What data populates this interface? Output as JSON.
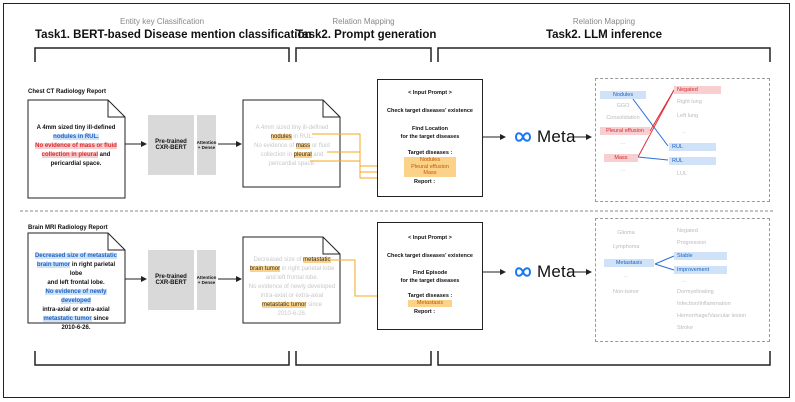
{
  "header": {
    "col1_small": "Entity key Classification",
    "col1_big": "Task1. BERT-based Disease mention classification",
    "col2_small": "Relation Mapping",
    "col2_big": "Task2. Prompt generation",
    "col3_small": "Relation Mapping",
    "col3_big": "Task2. LLM inference"
  },
  "ct": {
    "report_title": "Chest CT Radiology Report",
    "doc_line1": "A 4mm sized tiny ill-defined",
    "doc_hl1": "nodules in RUL.",
    "doc_hl2a": "No evidence of mass or fluid",
    "doc_hl2b": "collection in pleural",
    "doc_tail1": "and",
    "doc_tail2": "pericardial space.",
    "model_label": "Pre-trained CXR-BERT",
    "attn_label": "Attention + Dense",
    "faded_line1": "A 4mm sized tiny ill-defined",
    "faded_hl1": "nodules",
    "faded_line2_tail": "in RUL.",
    "faded_line3a": "No evidence of",
    "faded_hl2": "mass",
    "faded_line3b": "or fluid",
    "faded_line4a": "collection in",
    "faded_hl3": "pleural",
    "faded_line4b": "and",
    "faded_line5": "pericardial space.",
    "prompt_title": "< Input Prompt >",
    "prompt_line1": "Check target diseases' existence",
    "prompt_line2": "Find Location",
    "prompt_line3": "for the target diseases",
    "prompt_targets_label": "Target diseases :",
    "target_items": [
      "Nodules",
      "Pleural effusion",
      "Mass"
    ],
    "report_label": "Report :",
    "meta_word": "Meta",
    "left_opts": [
      "Nodules",
      "GGO",
      "Consolidation",
      "Pleural effusion",
      "...",
      "Mass",
      "..."
    ],
    "right_opts": [
      "Negated",
      "Right lung",
      "Left lung",
      "...",
      "RUL",
      "RUL",
      "LUL"
    ]
  },
  "mri": {
    "report_title": "Brain MRI Radiology Report",
    "doc_hl1a": "Decreased size of metastatic",
    "doc_hl1b": "brain tumor",
    "doc_line2": "in right parietal lobe",
    "doc_line3": "and left frontal lobe.",
    "doc_hl2a": "No evidence of newly developed",
    "doc_line5": "intra-axial or extra-axial",
    "doc_hl3": "metastatic tumor",
    "doc_line6": "since",
    "doc_line7": "2010-6-26.",
    "model_label": "Pre-trained CXR-BERT",
    "attn_label": "Attention + Dense",
    "faded_line1": "Decreased size of",
    "faded_hl1": "metastatic",
    "faded_hl1b": "brain tumor",
    "faded_line2": "in right parietal lobe",
    "faded_line3": "and left frontal lobe.",
    "faded_line4": "No evidence of newly developed",
    "faded_line5": "intra-axial or extra-axial",
    "faded_hl2": "metastatic tumor",
    "faded_line6": "since",
    "faded_line7": "2010-6-26.",
    "prompt_title": "< Input Prompt >",
    "prompt_line1": "Check target diseases' existence",
    "prompt_line2": "Find Episode",
    "prompt_line3": "for the target diseases",
    "prompt_targets_label": "Target diseases :",
    "target_items": [
      "Metastasis"
    ],
    "report_label": "Report :",
    "meta_word": "Meta",
    "left_opts": [
      "Glioma",
      "Lymphoma",
      "Metastasis",
      "...",
      "Non-tumor"
    ],
    "right_opts": [
      "Negated",
      "Progression",
      "Stable",
      "Improvement",
      "...",
      "Dormyelinating",
      "Infection/Inflammation",
      "Hemorrhage/Vascular lesion",
      "Stroke"
    ]
  },
  "colors": {
    "highlight_blue": "#cfe2f8",
    "highlight_red": "#f7cfd1",
    "highlight_orange": "#fbd28a",
    "arrow_orange": "#f5a623",
    "line_blue": "#2b6fd6",
    "line_red": "#e0303a"
  }
}
